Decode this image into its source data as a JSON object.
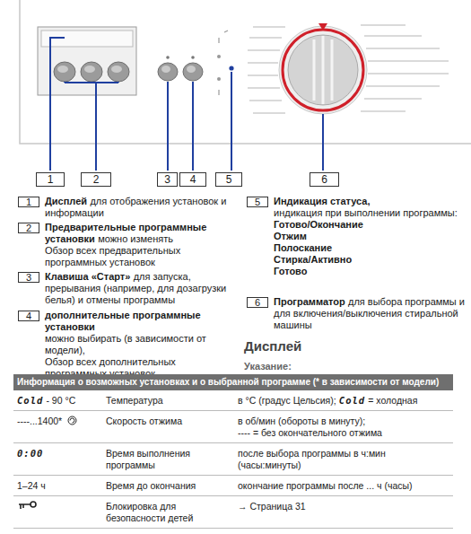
{
  "diagram": {
    "title": "Дисплей",
    "nodes": [
      {
        "text": [
          "1"
        ]
      },
      {
        "text": [
          "2"
        ]
      },
      {
        "text": [
          "3"
        ]
      },
      {
        "text": [
          "4"
        ]
      },
      {
        "text": [
          "5"
        ]
      },
      {
        "text": [
          "6"
        ]
      },
      {
        "text": [
          "1"
        ]
      },
      {
        "text": [
          "2"
        ]
      },
      {
        "text": [
          "3"
        ]
      },
      {
        "text": [
          "4"
        ]
      },
      {
        "text": [
          "5"
        ]
      },
      {
        "text": [
          "6"
        ]
      },
      {
        "text": [
          "Информация о возможных установках и о выбранной программе (* в зависимости от модели)"
        ]
      }
    ],
    "labels": [
      "Дисплей",
      "для отображения установок и информации",
      "Предварительные программные установки",
      "можно изменять",
      "Обзор всех предварительных программных установок",
      "Клавиша «Старт»",
      "для запуска, прерывания (например, для дозагрузки белья) и отмены программы",
      "дополнительные программные установки",
      "можно выбирать (в зависимости от модели),",
      "Обзор всех дополнительных программных установок",
      "Индикация статуса,",
      "индикация при выполнении программы:",
      "Готово/Окончание",
      "Отжим",
      "Полоскание",
      "Стирка/Активно",
      "Готово",
      "Программатор",
      "для выбора программы и для включения/выключения стиральной машины",
      "Указание:",
      "Cold",
      "- 90 °C",
      "Температура",
      "в °C (градус Цельсия);",
      "Cold",
      "= холодная",
      "----...1400*",
      "Скорость отжима",
      "в об/мин (обороты в минуту);",
      "---- = без окончательного отжима",
      "0:00",
      "Время выполнения программы",
      "после выбора программы в ч:мин (часы:минуты)",
      "1–24 ч",
      "Время до окончания",
      "окончание программы после ... ч (часы)",
      "Блокировка для безопасности детей",
      "→ Страница 31"
    ]
  }
}
